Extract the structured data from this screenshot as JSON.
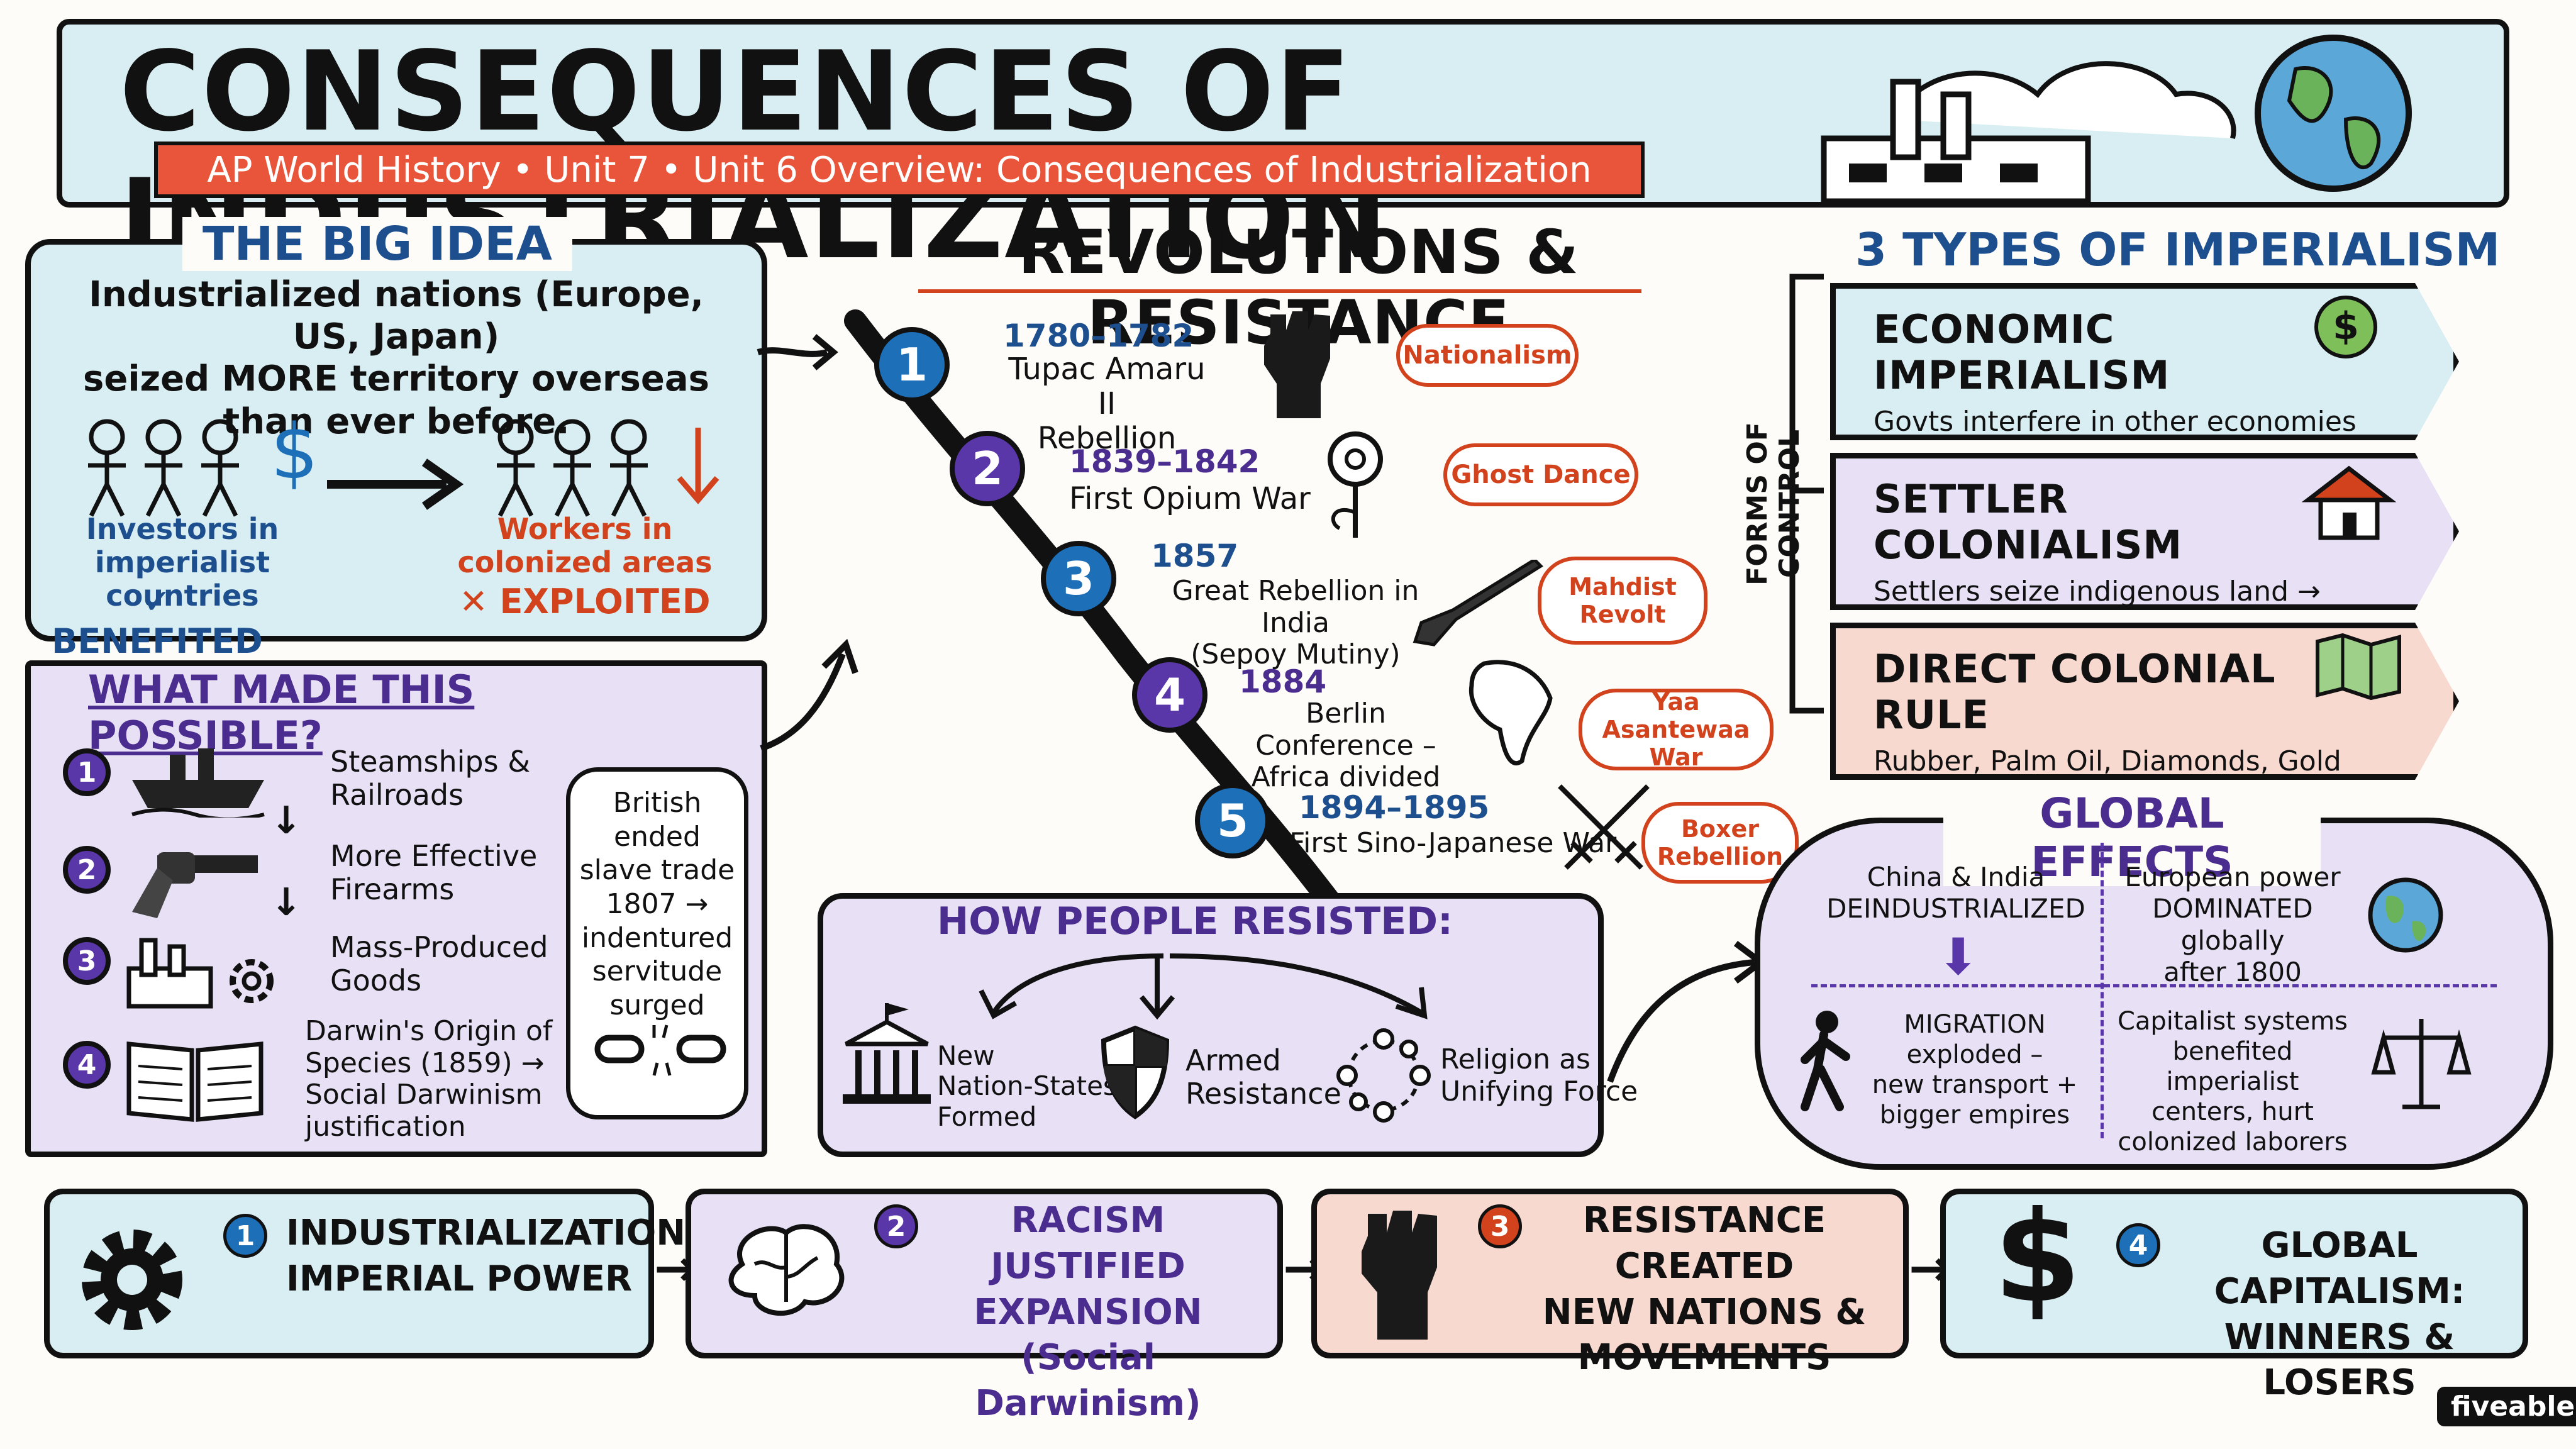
{
  "header": {
    "title": "CONSEQUENCES OF INDUSTRIALIZATION",
    "subtitle": "AP World History • Unit 7 • Unit 6 Overview: Consequences of Industrialization"
  },
  "big_idea": {
    "heading": "THE BIG IDEA",
    "text": "Industrialized nations (Europe, US, Japan)\nseized MORE territory overseas\nthan ever before.",
    "investors_label": "Investors in\nimperialist countries",
    "investors_status": "✓ BENEFITED",
    "workers_label": "Workers in\ncolonized areas",
    "workers_status": "✕ EXPLOITED"
  },
  "possible": {
    "heading": "WHAT MADE THIS POSSIBLE?",
    "items": [
      {
        "num": "1",
        "text": "Steamships &\nRailroads"
      },
      {
        "num": "2",
        "text": "More Effective\nFirearms"
      },
      {
        "num": "3",
        "text": "Mass-Produced\nGoods"
      },
      {
        "num": "4",
        "text": "Darwin's Origin of\nSpecies (1859) →\nSocial Darwinism\njustification"
      }
    ],
    "note": "British ended\nslave trade\n1807 →\nindentured\nservitude\nsurged"
  },
  "revolutions": {
    "heading": "REVOLUTIONS & RESISTANCE",
    "events": [
      {
        "num": "1",
        "date": "1780–1782",
        "name": "Tupac Amaru II\nRebellion",
        "resistance": "Nationalism"
      },
      {
        "num": "2",
        "date": "1839–1842",
        "name": "First Opium War",
        "resistance": "Ghost Dance"
      },
      {
        "num": "3",
        "date": "1857",
        "name": "Great Rebellion in India\n(Sepoy Mutiny)",
        "resistance": "Mahdist\nRevolt"
      },
      {
        "num": "4",
        "date": "1884",
        "name": "Berlin Conference –\nAfrica divided",
        "resistance": "Yaa Asantewaa\nWar"
      },
      {
        "num": "5",
        "date": "1894–1895",
        "name": "First Sino-Japanese War",
        "resistance": "Boxer\nRebellion"
      }
    ]
  },
  "resisted": {
    "heading": "HOW PEOPLE RESISTED:",
    "items": [
      "New\nNation-States\nFormed",
      "Armed\nResistance",
      "Religion as\nUnifying Force"
    ]
  },
  "imperialism": {
    "heading": "3 TYPES OF IMPERIALISM",
    "side_label": "FORMS OF CONTROL",
    "types": [
      {
        "title": "ECONOMIC IMPERIALISM",
        "body": "Govts interfere in other economies\nfor business profit → Suez Canal,\nBuenos Aires Port, Hawaiian sugar",
        "color": "#d8eef2"
      },
      {
        "title": "SETTLER COLONIALISM",
        "body": "Settlers seize indigenous land →\nUS, Australia, New Zealand, Algeria,\nparts of Africa",
        "color": "#e8e0f5"
      },
      {
        "title": "DIRECT COLONIAL RULE",
        "body": "Rubber, Palm Oil, Diamonds, Gold\nextracted at exploitative prices →\nCongo, South Africa, Dutch East Indies",
        "color": "#f8d9cf"
      }
    ]
  },
  "global_effects": {
    "heading": "GLOBAL EFFECTS",
    "cells": [
      "China & India\nDEINDUSTRIALIZED",
      "European power\nDOMINATED globally\nafter 1800",
      "MIGRATION exploded –\nnew transport +\nbigger empires",
      "Capitalist systems\nbenefited imperialist\ncenters, hurt\ncolonized laborers"
    ]
  },
  "takeaways": [
    {
      "num": "1",
      "text": "INDUSTRIALIZATION →\nIMPERIAL POWER"
    },
    {
      "num": "2",
      "text": "RACISM JUSTIFIED\nEXPANSION\n(Social Darwinism)"
    },
    {
      "num": "3",
      "text": "RESISTANCE CREATED\nNEW NATIONS &\nMOVEMENTS"
    },
    {
      "num": "4",
      "text": "GLOBAL CAPITALISM:\nWINNERS & LOSERS"
    }
  ],
  "brand": "fiveable",
  "colors": {
    "blue_panel": "#d8eef2",
    "purple_panel": "#e8e0f5",
    "red_panel": "#f8d9cf",
    "accent_red": "#d2421c",
    "accent_blue": "#1d4f8f",
    "accent_purple": "#5a37a8"
  }
}
